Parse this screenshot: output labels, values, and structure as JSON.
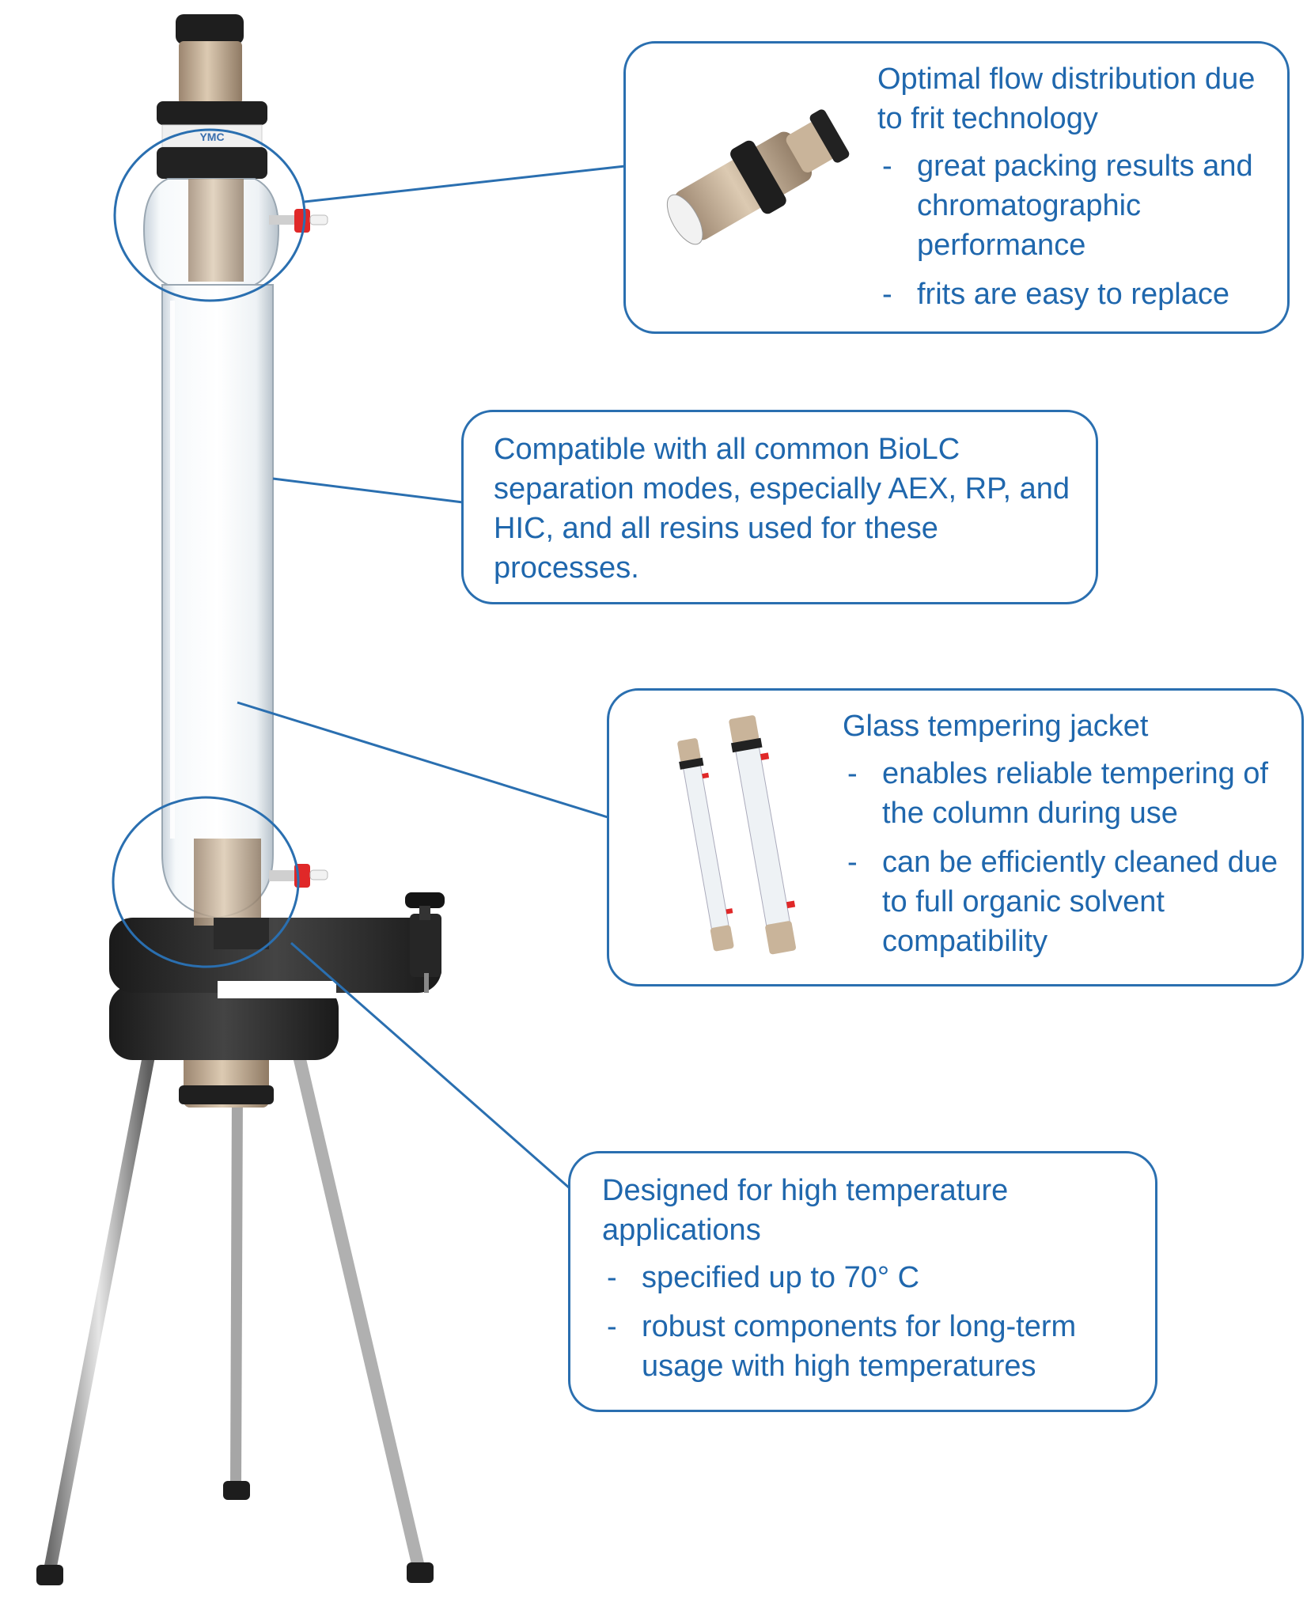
{
  "callouts": {
    "frit": {
      "title": "Optimal flow distribution due to frit technology",
      "bullets": [
        "great packing results and chromatographic performance",
        "frits are easy to replace"
      ]
    },
    "compat": {
      "text": "Compatible with all common BioLC separation modes, especially AEX, RP, and HIC, and all resins used for these processes."
    },
    "jacket": {
      "title": "Glass tempering jacket",
      "bullets": [
        "enables reliable tempering of the column during use",
        "can be efficiently cleaned due to full organic solvent compatibility"
      ]
    },
    "temperature": {
      "title": "Designed for high temperature applications",
      "bullets": [
        "specified up to 70° C",
        "robust components for long-term usage with high temperatures"
      ]
    }
  },
  "colors": {
    "accent": "#2a6fb0",
    "text": "#1f67ad",
    "fitting_beige": "#c9b49a",
    "dark_part": "#2c2c2c",
    "fitting_red": "#e02828"
  },
  "brand_label": "YMC"
}
